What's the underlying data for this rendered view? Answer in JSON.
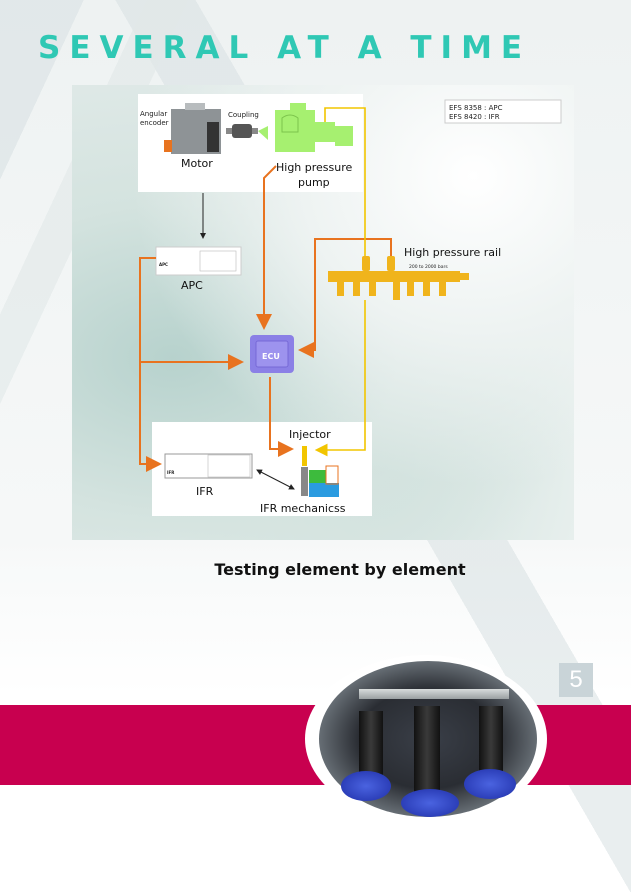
{
  "page": {
    "title": "SEVERAL AT A TIME",
    "caption": "Testing element by element",
    "page_number": "5",
    "colors": {
      "title": "#2fc8b4",
      "band": "#c8004f",
      "page_number_box": "#c9d4d8"
    }
  },
  "diagram": {
    "legend": [
      "EFS 8358 : APC",
      "EFS 8420 : IFR"
    ],
    "labels": {
      "angular_encoder_1": "Angular",
      "angular_encoder_2": "encoder",
      "coupling": "Coupling",
      "motor": "Motor",
      "pump_1": "High pressure",
      "pump_2": "pump",
      "rail": "High pressure rail",
      "rail_range": "200 to 2000 bars",
      "apc": "APC",
      "apc_screen": "APC",
      "ecu": "ECU",
      "injector": "Injector",
      "ifr": "IFR",
      "ifr_screen": "IFR",
      "ifr_mechanics": "IFR mechanicss"
    },
    "colors": {
      "electrical": "#e8731f",
      "hydraulic": "#f2c500",
      "pump": "#a6f070",
      "ecu": "#8b80e6",
      "rail": "#f0b41c"
    }
  }
}
